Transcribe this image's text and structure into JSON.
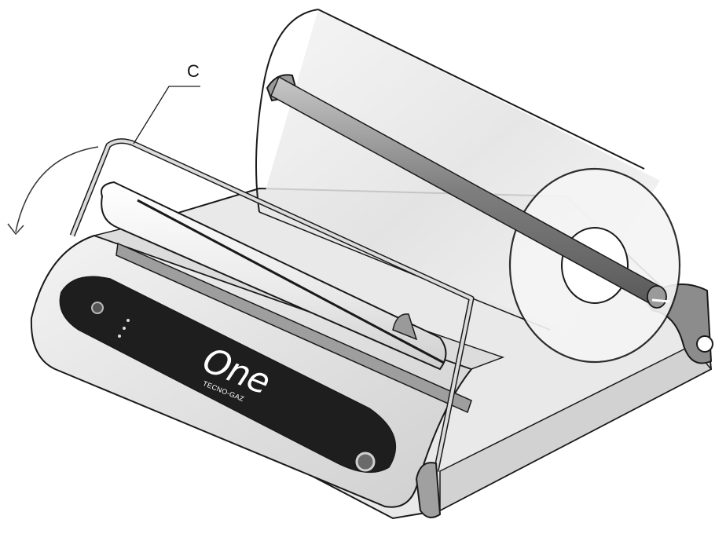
{
  "callout": {
    "label": "C"
  },
  "device": {
    "brand": "One",
    "maker": "TECNO-GAZ",
    "panel_labels": [
      "",
      "",
      ""
    ]
  },
  "colors": {
    "line": "#1a1a1a",
    "body_light": "#efefef",
    "body_shadow": "#bdbdbd",
    "panel": "#1e1e1e",
    "roll_tint": "#e8e8e8",
    "rod": "#8a8a8a"
  },
  "icons": [
    "rotation-arrow-icon",
    "callout-leader-icon"
  ]
}
